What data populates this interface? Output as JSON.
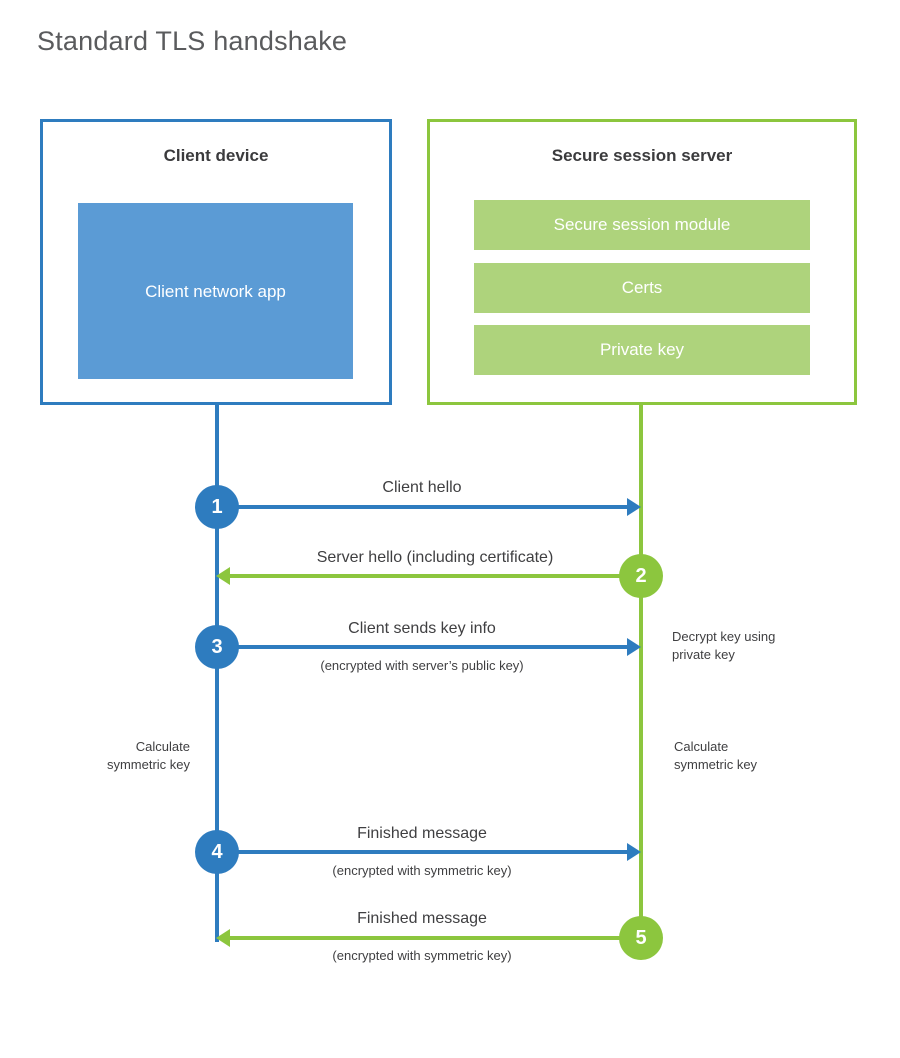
{
  "title": "Standard TLS handshake",
  "client": {
    "title": "Client device",
    "app_block": "Client network app"
  },
  "server": {
    "title": "Secure session server",
    "bars": [
      "Secure session module",
      "Certs",
      "Private key"
    ]
  },
  "steps": [
    {
      "number": "1",
      "label": "Client hello",
      "sublabel": "",
      "direction": "client-to-server",
      "origin": "client"
    },
    {
      "number": "2",
      "label": "Server hello (including certificate)",
      "sublabel": "",
      "direction": "server-to-client",
      "origin": "server"
    },
    {
      "number": "3",
      "label": "Client sends key info",
      "sublabel": "(encrypted with server’s public key)",
      "direction": "client-to-server",
      "origin": "client"
    },
    {
      "number": "4",
      "label": "Finished message",
      "sublabel": "(encrypted with symmetric key)",
      "direction": "client-to-server",
      "origin": "client"
    },
    {
      "number": "5",
      "label": "Finished message",
      "sublabel": "(encrypted with symmetric key)",
      "direction": "server-to-client",
      "origin": "server"
    }
  ],
  "annotations": {
    "server_decrypt": "Decrypt key using\nprivate key",
    "client_calculate": "Calculate\nsymmetric key",
    "server_calculate": "Calculate\nsymmetric key"
  },
  "colors": {
    "client": "#2e7cbf",
    "client_fill": "#5b9bd5",
    "server": "#8cc63e",
    "server_fill": "#aed37c",
    "text": "#3f3f41",
    "title": "#5a5b5d",
    "background": "#ffffff"
  }
}
